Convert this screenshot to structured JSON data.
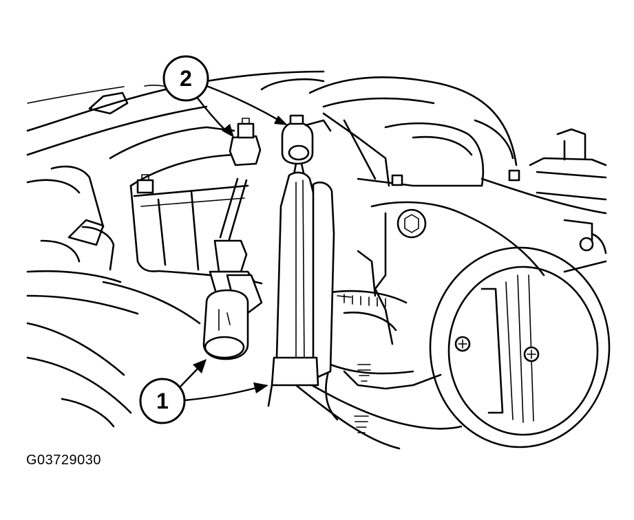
{
  "callouts": [
    {
      "label": "1"
    },
    {
      "label": "2"
    }
  ],
  "figure_code": "G03729030",
  "colors": {
    "ink": "#000000",
    "paper": "#ffffff"
  }
}
